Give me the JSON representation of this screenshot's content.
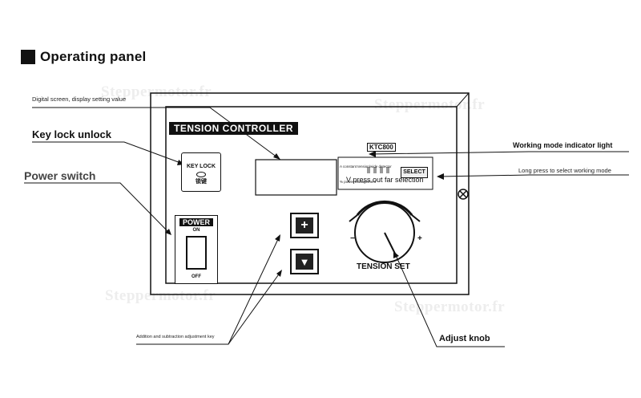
{
  "heading": "Operating panel",
  "labels": {
    "digital_screen": "Digital screen, display setting value",
    "key_lock": "Key lock unlock",
    "power_switch": "Power switch",
    "indicator_light": "Working mode indicator light",
    "long_press": "Long press to select working mode",
    "add_subtract": "Addition and subtraction adjustment key",
    "adjust_knob": "Adjust knob"
  },
  "panel": {
    "title": "TENSION CONTROLLER",
    "model": "KTC800",
    "key_lock": "KEY LOCK",
    "key_lock_cn": "锁键",
    "power": "POWER",
    "on": "ON",
    "off": "OFF",
    "select": "SELECT",
    "display_text": "V press out far selection",
    "indicator_1": "A constant tension/wide detector",
    "indicator_2": "% power management",
    "up_key": "+",
    "down_key": "▼",
    "knob_label": "TENSION SET",
    "minus": "−",
    "plus": "+"
  },
  "watermark": "Steppermotor.fr",
  "icons": {
    "mode_lights": "led-row-icon",
    "knob": "rotary-knob-icon",
    "screw": "screw-icon"
  }
}
